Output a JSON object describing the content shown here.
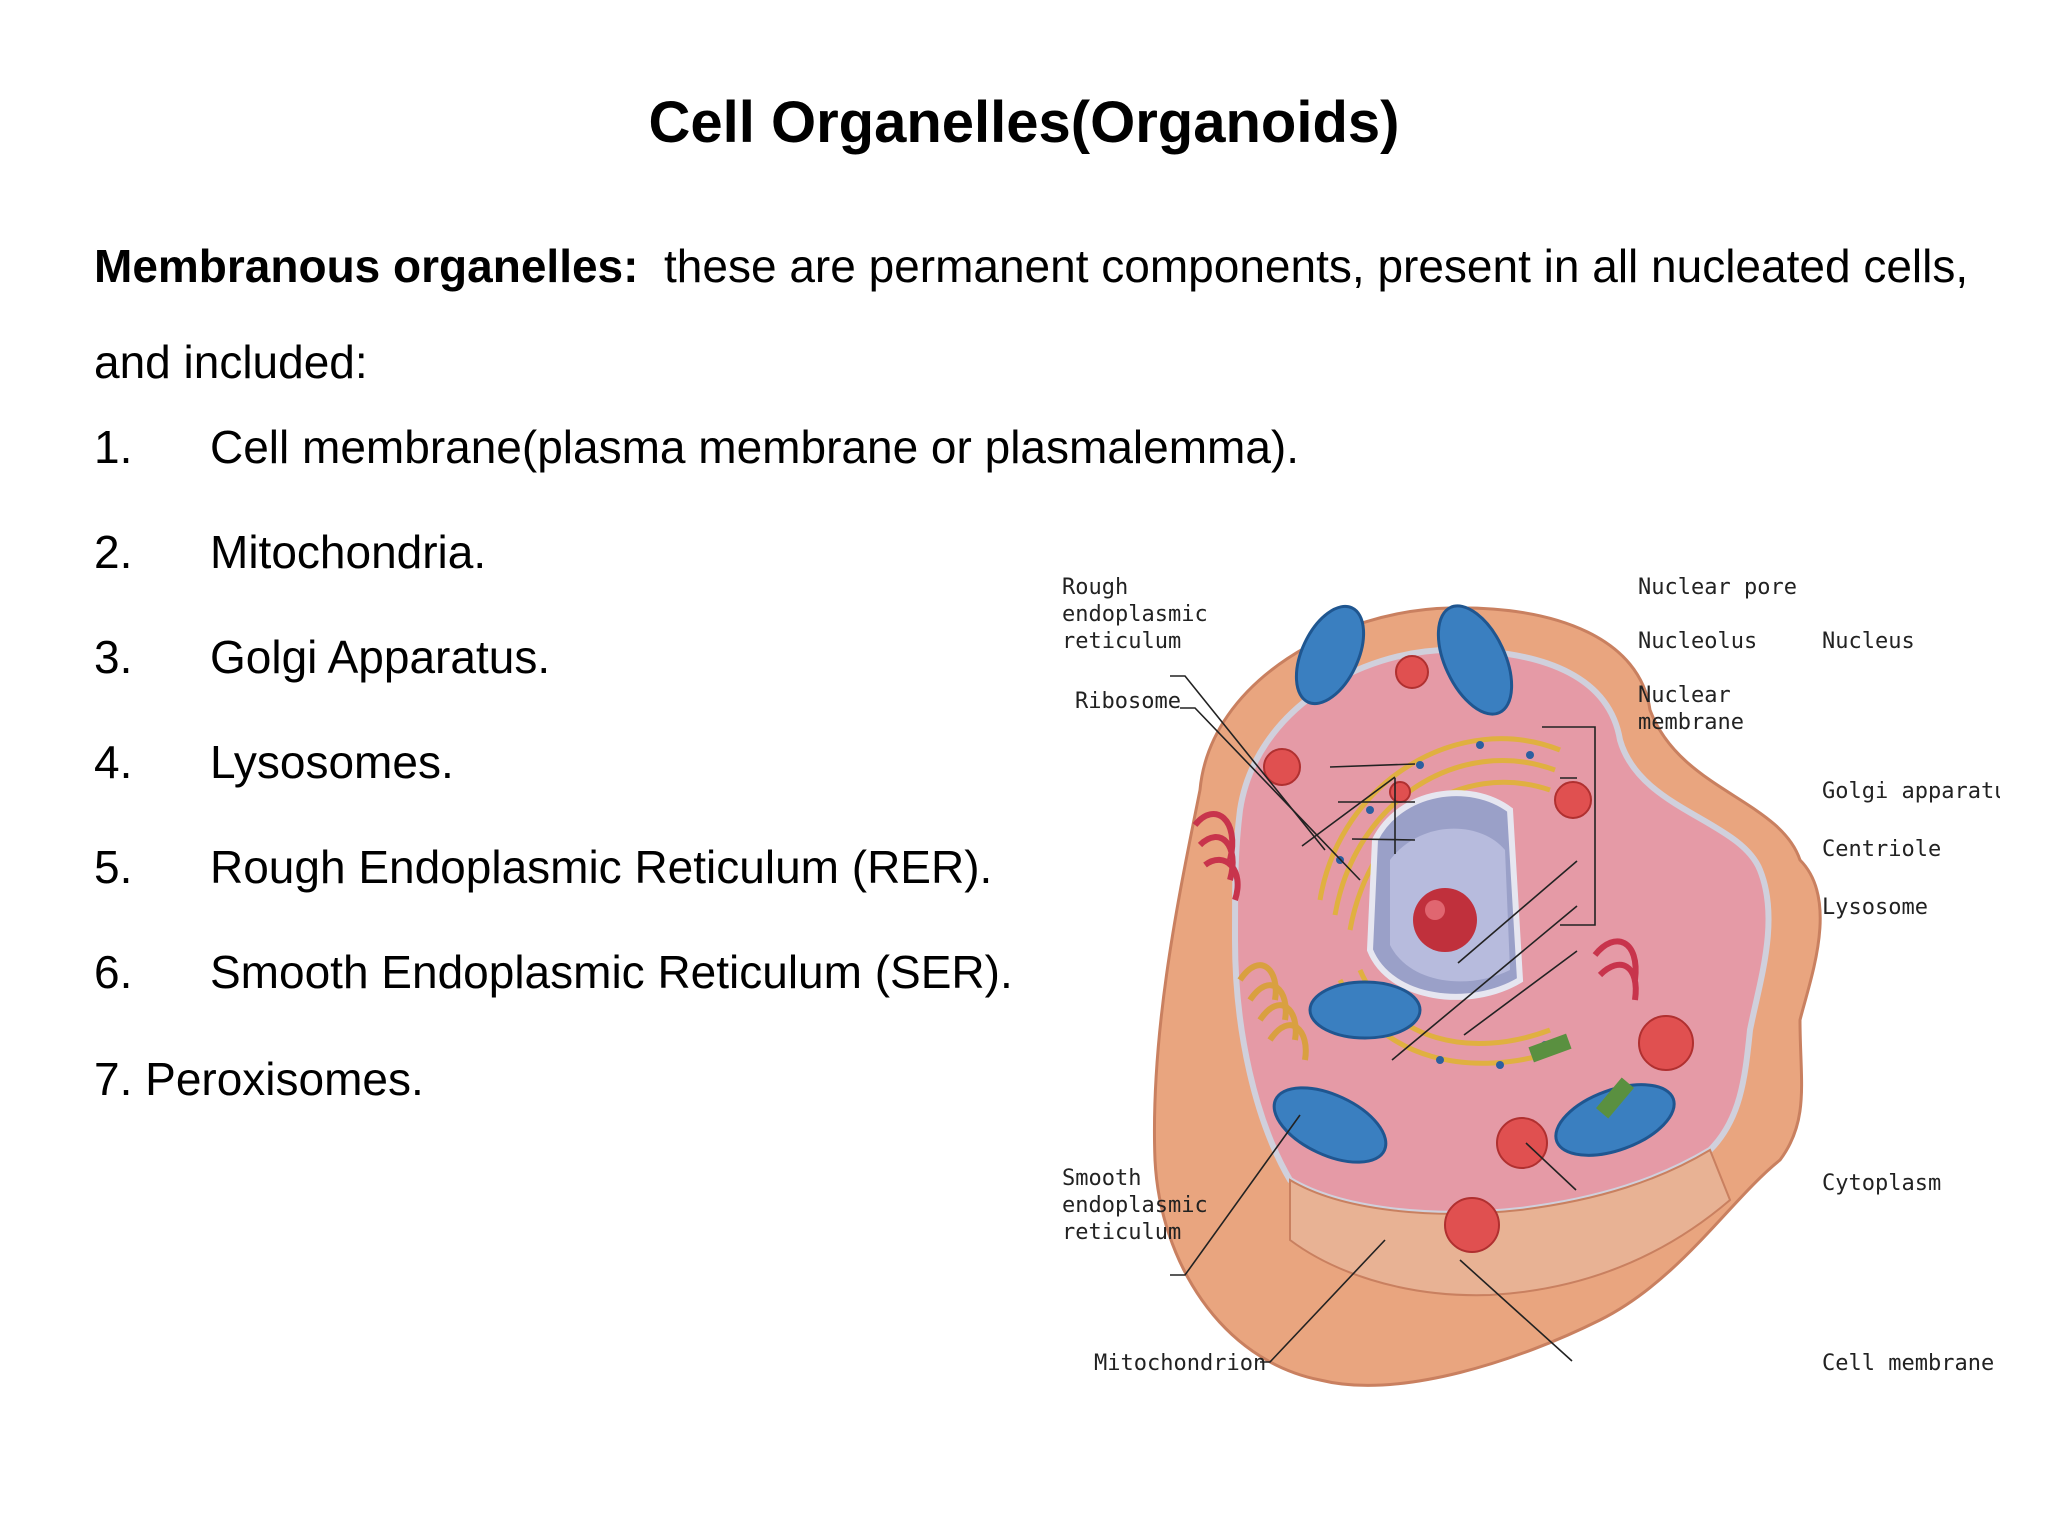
{
  "title": "Cell Organelles(Organoids)",
  "intro": {
    "heading": "Membranous organelles:",
    "text": "these are permanent components, present in all nucleated cells, and included:"
  },
  "items": [
    {
      "num": "1.",
      "text": "Cell membrane(plasma membrane or plasmalemma)."
    },
    {
      "num": "2.",
      "text": "Mitochondria."
    },
    {
      "num": "3.",
      "text": "Golgi Apparatus."
    },
    {
      "num": "4.",
      "text": "Lysosomes."
    },
    {
      "num": "5.",
      "text": "Rough Endoplasmic Reticulum (RER)."
    },
    {
      "num": "6.",
      "text": "Smooth Endoplasmic Reticulum (SER)."
    }
  ],
  "last_item": "7. Peroxisomes.",
  "diagram_labels": {
    "rer": [
      "Rough",
      "endoplasmic",
      "reticulum"
    ],
    "ribosome": "Ribosome",
    "nuclear_pore": "Nuclear pore",
    "nucleolus": "Nucleolus",
    "nuclear_membrane": [
      "Nuclear",
      "membrane"
    ],
    "nucleus": "Nucleus",
    "golgi": "Golgi apparatus",
    "centriole": "Centriole",
    "lysosome": "Lysosome",
    "cytoplasm": "Cytoplasm",
    "ser": [
      "Smooth",
      "endoplasmic",
      "reticulum"
    ],
    "mitochondrion": "Mitochondrion",
    "cell_membrane": "Cell membrane"
  },
  "colors": {
    "cell_outer": "#e9a57f",
    "cytoplasm": "#e59aa6",
    "mitochondria": "#3a7fc0",
    "nucleus": "#9aa0c8",
    "nucleolus": "#c0303c",
    "golgi": "#e0b040"
  }
}
